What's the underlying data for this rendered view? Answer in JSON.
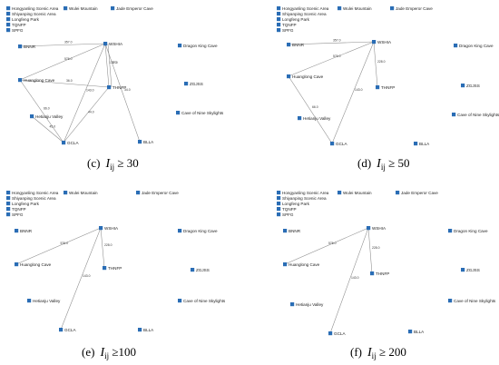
{
  "figure": {
    "nodes": {
      "hongyanling": "Hongyanling Scenic Area",
      "shiyanping": "Shiyanping Scenic Area",
      "longfeng": "Longfeng Park",
      "tqnfp": "TQNFP",
      "spfg": "SPFG",
      "wulei": "Wulei Mountain",
      "jade": "Jade Emperor Cave",
      "bnnr": "BNNR",
      "wshia": "WSHIA",
      "dragon": "Dragon King Cave",
      "huanglong": "Huanglong Cave",
      "thnfp": "THNFP",
      "zgjss": "ZGJSS",
      "cave9": "Cave of Nine Skylights",
      "hetianju": "Hetianju Valley",
      "gcla": "GCLA",
      "blla": "BLLA"
    },
    "node_color": "#2a6db5",
    "edge_color": "#8a8a8a",
    "panels": [
      {
        "caption_letter": "(c)",
        "caption_var": "I",
        "caption_sub": "ij",
        "caption_threshold": " ≥ 30",
        "edges": [
          {
            "from": "bnnr",
            "to": "wshia",
            "label": "357.0"
          },
          {
            "from": "huanglong",
            "to": "wshia",
            "label": "576.0"
          },
          {
            "from": "wshia",
            "to": "thnfp",
            "label": "172.0"
          },
          {
            "from": "wshia",
            "to": "thnfp",
            "label": "37.0"
          },
          {
            "from": "wshia",
            "to": "gcla",
            "label": "143.0"
          },
          {
            "from": "wshia",
            "to": "blla",
            "label": "34.0"
          },
          {
            "from": "huanglong",
            "to": "thnfp",
            "label": "36.0"
          },
          {
            "from": "huanglong",
            "to": "gcla",
            "label": "66.0"
          },
          {
            "from": "hetianju",
            "to": "gcla",
            "label": "45.0"
          },
          {
            "from": "gcla",
            "to": "thnfp",
            "label": "44.0"
          }
        ]
      },
      {
        "caption_letter": "(d)",
        "caption_var": "I",
        "caption_sub": "ij",
        "caption_threshold": " ≥ 50",
        "edges": [
          {
            "from": "bnnr",
            "to": "wshia",
            "label": "357.0"
          },
          {
            "from": "huanglong",
            "to": "wshia",
            "label": "576.0"
          },
          {
            "from": "wshia",
            "to": "thnfp",
            "label": "228.0"
          },
          {
            "from": "wshia",
            "to": "gcla",
            "label": "143.0"
          },
          {
            "from": "huanglong",
            "to": "gcla",
            "label": "66.0"
          }
        ]
      },
      {
        "caption_letter": "(e)",
        "caption_var": "I",
        "caption_sub": "ij",
        "caption_threshold": " ≥100",
        "edges": [
          {
            "from": "huanglong",
            "to": "wshia",
            "label": "576.0"
          },
          {
            "from": "wshia",
            "to": "thnfp",
            "label": "228.0"
          },
          {
            "from": "wshia",
            "to": "gcla",
            "label": "143.0"
          }
        ]
      },
      {
        "caption_letter": "(f)",
        "caption_var": "I",
        "caption_sub": "ij",
        "caption_threshold": " ≥ 200",
        "edges": [
          {
            "from": "huanglong",
            "to": "wshia",
            "label": "576.0"
          },
          {
            "from": "wshia",
            "to": "thnfp",
            "label": "228.0"
          },
          {
            "from": "wshia",
            "to": "gcla",
            "label": "143.0"
          }
        ]
      }
    ]
  }
}
